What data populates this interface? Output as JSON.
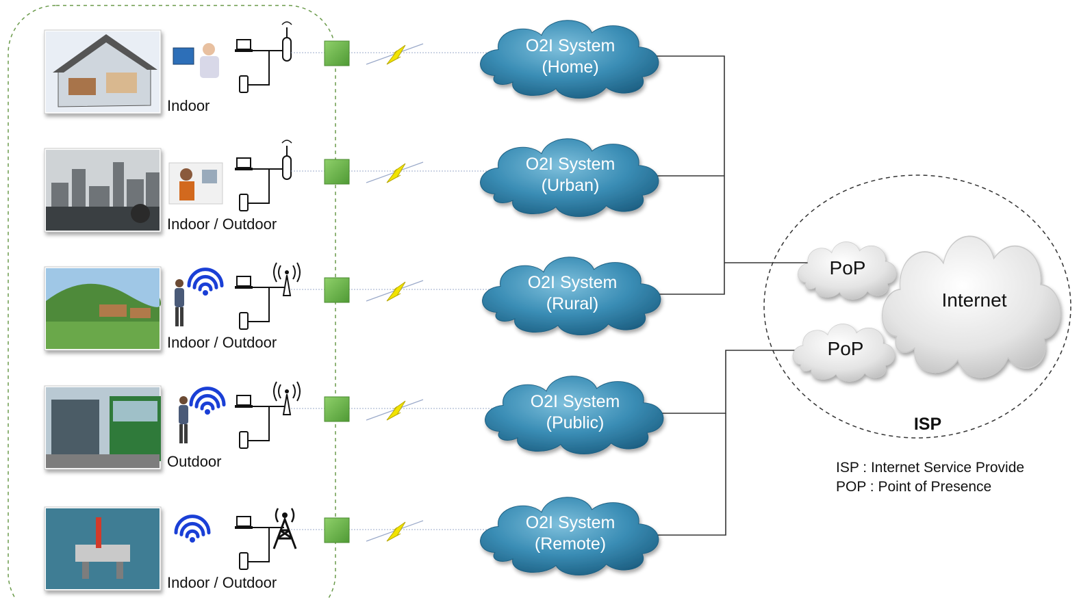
{
  "rows": [
    {
      "scene": "home-scene",
      "label": "Indoor",
      "wifi": false,
      "antenna": "whip",
      "system_line1": "O2I System",
      "system_line2": "(Home)"
    },
    {
      "scene": "city-scene",
      "label": "Indoor / Outdoor",
      "wifi": false,
      "antenna": "whip",
      "system_line1": "O2I System",
      "system_line2": "(Urban)"
    },
    {
      "scene": "rural-scene",
      "label": "Indoor / Outdoor",
      "wifi": true,
      "antenna": "radiating",
      "system_line1": "O2I System",
      "system_line2": "(Rural)"
    },
    {
      "scene": "bus-station-scene",
      "label": "Outdoor",
      "wifi": true,
      "antenna": "radiating",
      "system_line1": "O2I System",
      "system_line2": "(Public)"
    },
    {
      "scene": "offshore-rig-scene",
      "label": "Indoor / Outdoor",
      "wifi": true,
      "antenna": "tower",
      "system_line1": "O2I System",
      "system_line2": "(Remote)"
    }
  ],
  "isp": {
    "pop_top": "PoP",
    "pop_bottom": "PoP",
    "internet": "Internet",
    "label": "ISP"
  },
  "legend": {
    "line1": "ISP : Internet Service Provide",
    "line2": "POP : Point of Presence"
  },
  "colors": {
    "cloud": "#2f7fa6",
    "grey_cloud": "#d9d9d9",
    "node": "#6ab04c",
    "bolt": "#f2e400",
    "wifi": "#1a3fd6"
  }
}
